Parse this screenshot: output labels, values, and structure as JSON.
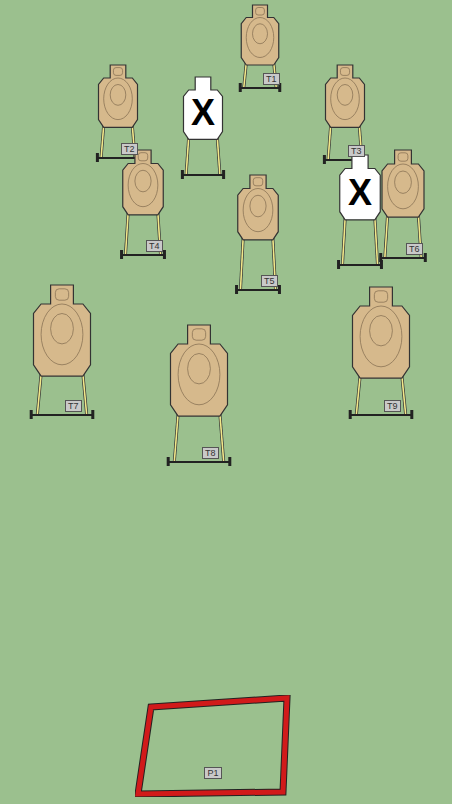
{
  "diagram": {
    "nodes": [
      {
        "text": [
          "P1"
        ]
      }
    ],
    "labels": [
      "T1",
      "T2",
      "X",
      "T3",
      "T4",
      "T5",
      "X",
      "T6",
      "T7",
      "T8",
      "T9"
    ]
  }
}
